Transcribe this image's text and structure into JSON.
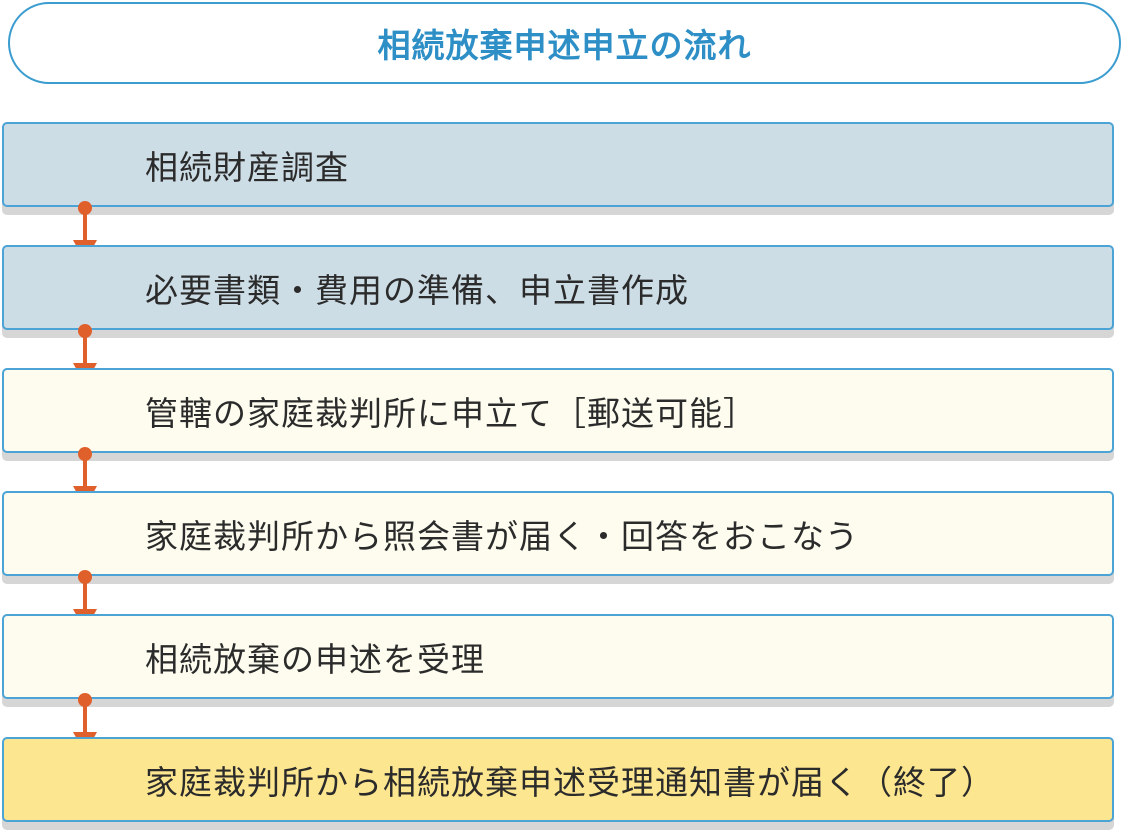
{
  "title": "相続放棄申述申立の流れ",
  "colors": {
    "title_border": "#3a9ccf",
    "title_text": "#2e8fc6",
    "step_border": "#4ba3d6",
    "step_blue": "#cddde6",
    "step_cream": "#fdfcef",
    "step_yellow": "#fde690",
    "connector": "#e0602c"
  },
  "steps": [
    {
      "label": "相続財産調査",
      "fill": "blue"
    },
    {
      "label": "必要書類・費用の準備、申立書作成",
      "fill": "blue"
    },
    {
      "label": "管轄の家庭裁判所に申立て［郵送可能］",
      "fill": "cream"
    },
    {
      "label": "家庭裁判所から照会書が届く・回答をおこなう",
      "fill": "cream"
    },
    {
      "label": "相続放棄の申述を受理",
      "fill": "cream"
    },
    {
      "label": "家庭裁判所から相続放棄申述受理通知書が届く（終了）",
      "fill": "yellow"
    }
  ],
  "connector_icon": "down-arrow-icon"
}
